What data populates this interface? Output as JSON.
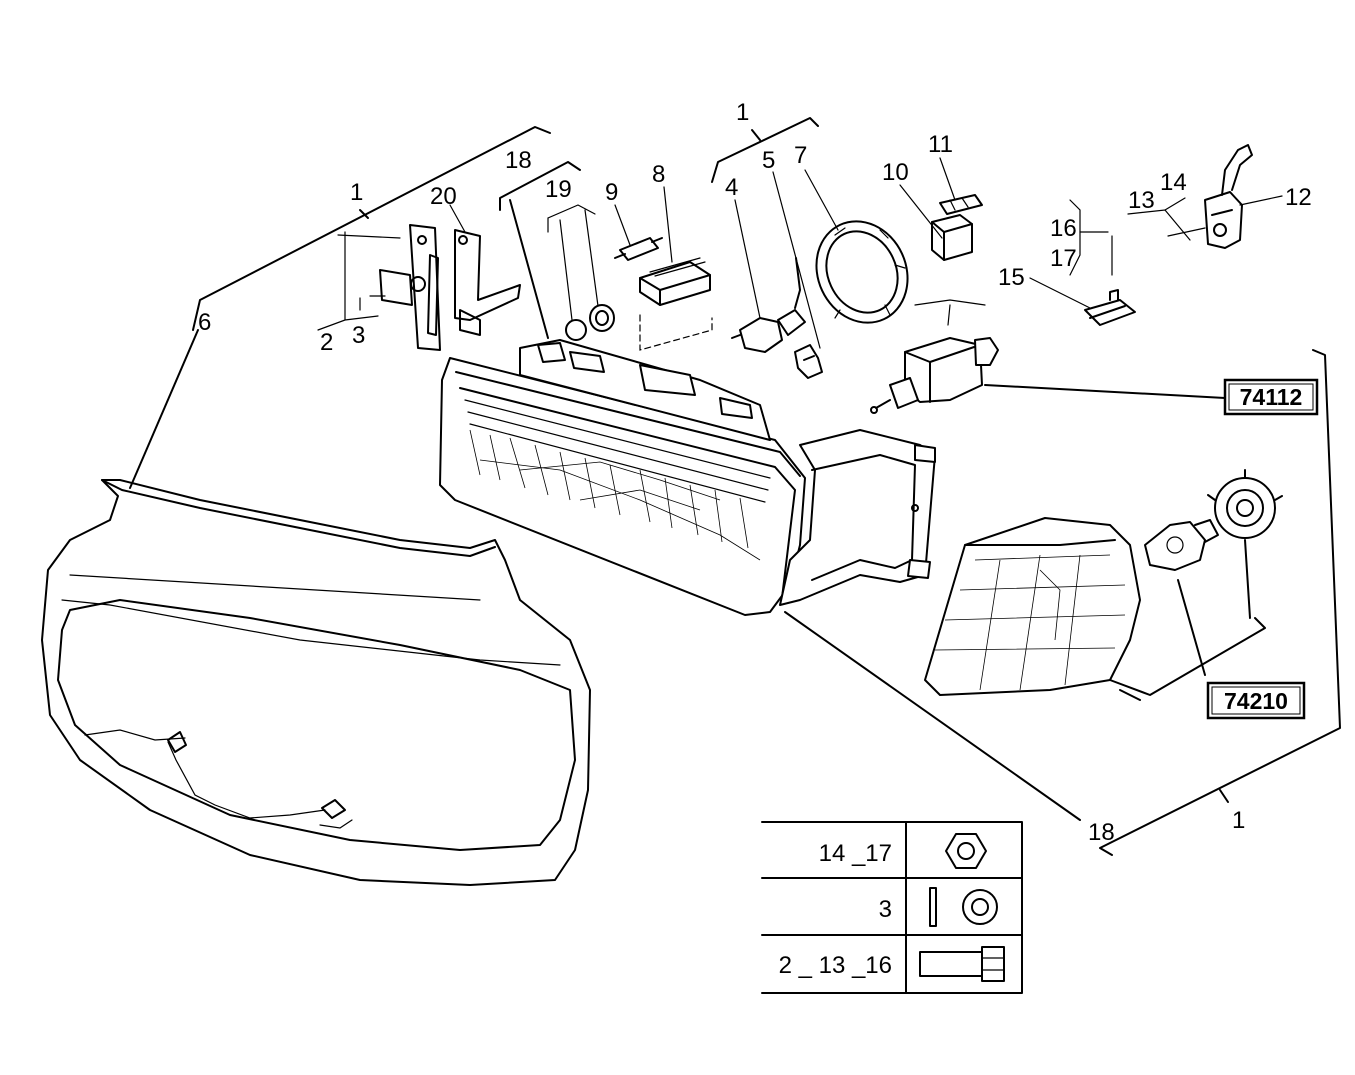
{
  "callouts": {
    "c1_left": "1",
    "c1_top": "1",
    "c1_right": "1",
    "c2": "2",
    "c3": "3",
    "c4": "4",
    "c5": "5",
    "c6": "6",
    "c7": "7",
    "c8": "8",
    "c9": "9",
    "c10": "10",
    "c11": "11",
    "c12": "12",
    "c13": "13",
    "c14": "14",
    "c15": "15",
    "c16": "16",
    "c17": "17",
    "c18_top": "18",
    "c18_bottom": "18",
    "c19": "19",
    "c20": "20"
  },
  "references": {
    "ref_a": "74112",
    "ref_b": "74210"
  },
  "hardware_table": {
    "rows": [
      {
        "label": "14 _17",
        "icon": "hex-nut-icon"
      },
      {
        "label": "3",
        "icon": "washer-icon"
      },
      {
        "label": "2 _ 13 _16",
        "icon": "bolt-icon"
      }
    ]
  }
}
